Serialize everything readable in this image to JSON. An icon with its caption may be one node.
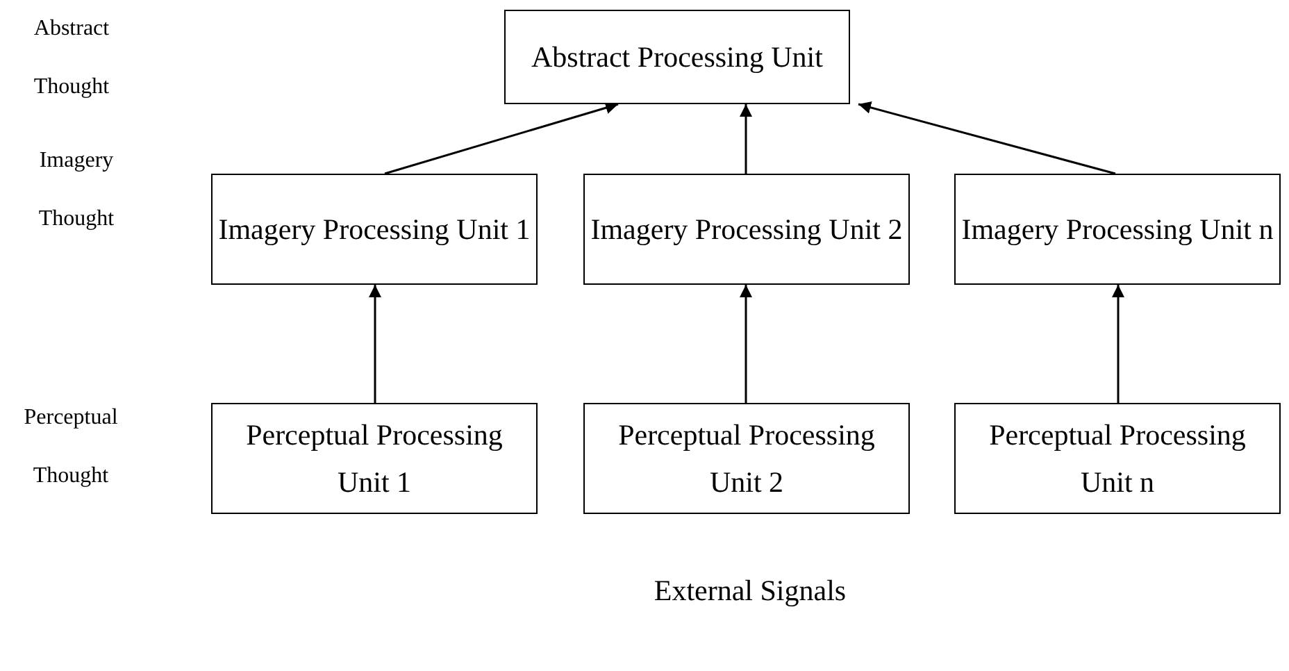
{
  "diagram": {
    "nodes": [
      {
        "text": [
          "Abstract Processing Unit"
        ]
      },
      {
        "text": [
          "Imagery Processing Unit 1"
        ]
      },
      {
        "text": [
          "Imagery Processing Unit 2"
        ]
      },
      {
        "text": [
          "Imagery Processing Unit n"
        ]
      },
      {
        "text": [
          "Perceptual Processing Unit 1"
        ]
      },
      {
        "text": [
          "Perceptual Processing Unit 2"
        ]
      },
      {
        "text": [
          "Perceptual Processing Unit n"
        ]
      }
    ],
    "edges": [
      {
        "from": 1,
        "to": 0,
        "arrow": "to"
      },
      {
        "from": 2,
        "to": 0,
        "arrow": "to"
      },
      {
        "from": 3,
        "to": 0,
        "arrow": "to"
      },
      {
        "from": 4,
        "to": 1,
        "arrow": "to"
      },
      {
        "from": 5,
        "to": 2,
        "arrow": "to"
      },
      {
        "from": 6,
        "to": 3,
        "arrow": "to"
      }
    ],
    "labels": [
      "Abstract Thought",
      "Imagery Thought",
      "Perceptual Thought",
      "External Signals"
    ]
  }
}
